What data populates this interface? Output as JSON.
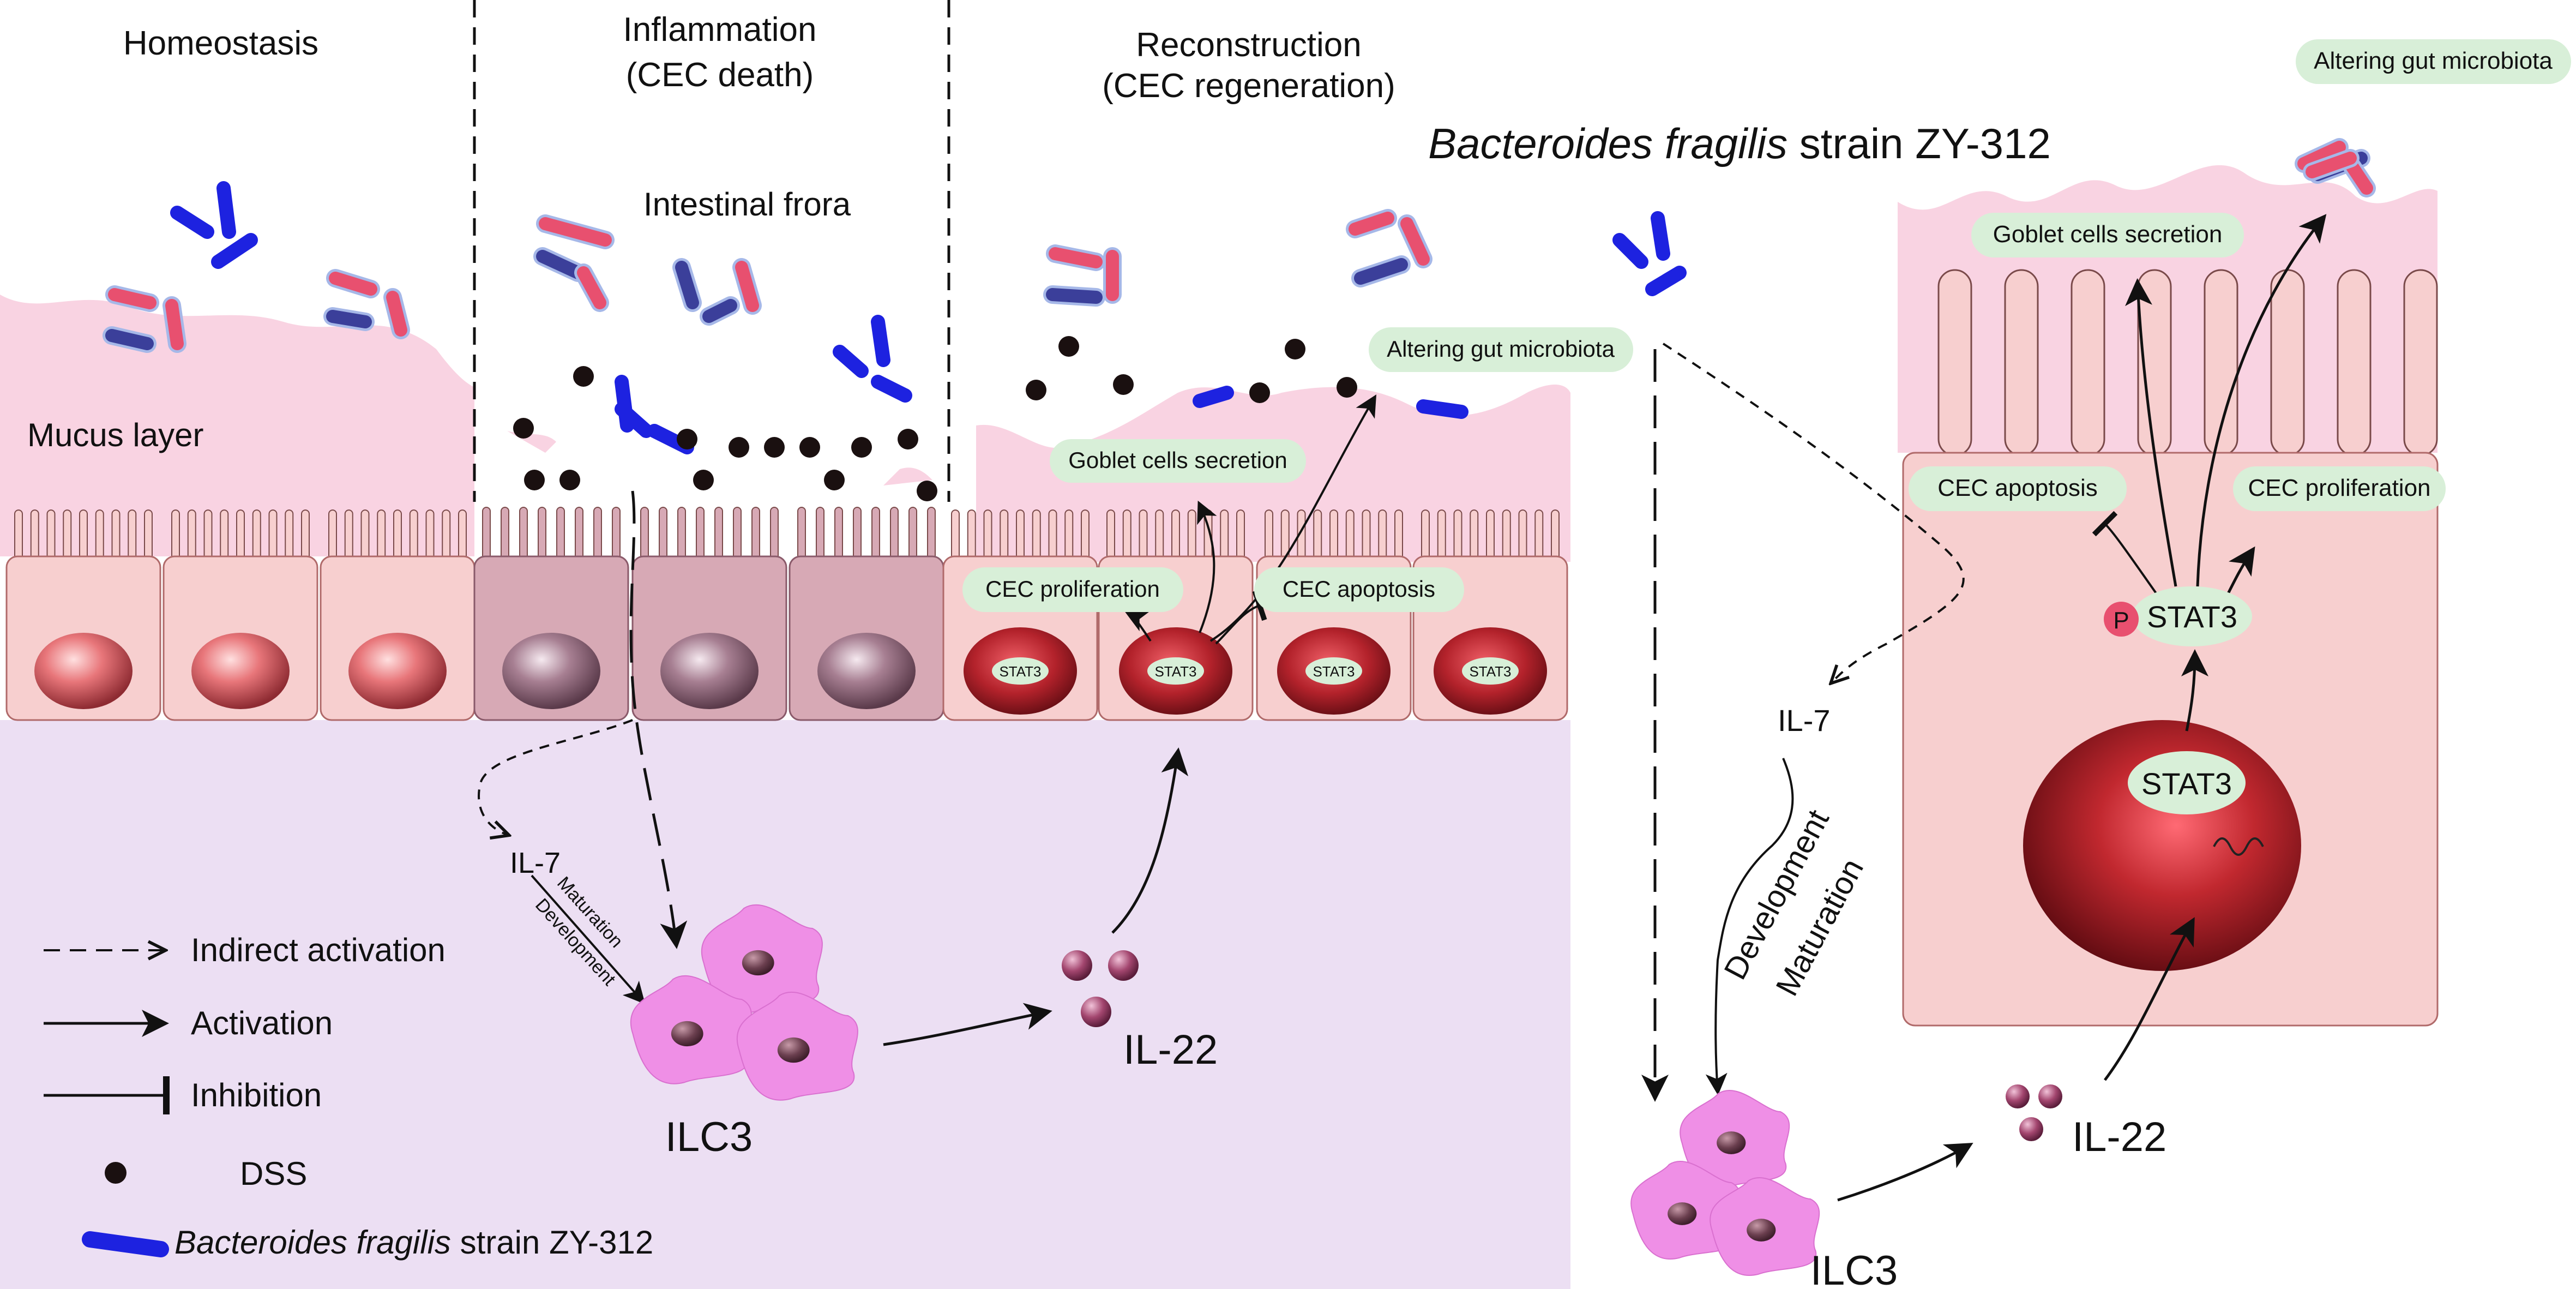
{
  "panels": {
    "homeostasis": "Homeostasis",
    "inflammation_line1": "Inflammation",
    "inflammation_line2": "(CEC death)",
    "reconstruction_line1": "Reconstruction",
    "reconstruction_line2": "(CEC regeneration)"
  },
  "labels": {
    "intestinal_flora": "Intestinal frora",
    "mucus_layer": "Mucus layer",
    "il7": "IL-7",
    "maturation": "Maturation",
    "development": "Development",
    "ilc3": "ILC3",
    "il22": "IL-22",
    "stat3": "STAT3",
    "phospho": "P",
    "strain_italic": "Bacteroides fragilis",
    "strain_suffix": " strain ZY-312"
  },
  "effects": {
    "goblet": "Goblet cells secretion",
    "altering": "Altering gut microbiota",
    "cec_proliferation": "CEC proliferation",
    "cec_apoptosis": "CEC apoptosis"
  },
  "legend": {
    "indirect": "Indirect activation",
    "activation": "Activation",
    "inhibition": "Inhibition",
    "dss": "DSS",
    "strain_italic": "Bacteroides fragilis",
    "strain_suffix": " strain ZY-312"
  },
  "colors": {
    "lamina": "#ecdff3",
    "mucus": "#f9d3e2",
    "cell": "#f7cfcf",
    "cell_dead": "#d7a9b5",
    "pill_bg": "#d8efd8",
    "bacteroides": "#1d22e0",
    "flora_red": "#e8506f",
    "flora_navy": "#3b3f9a",
    "ilc3": "#ef8fe6"
  }
}
